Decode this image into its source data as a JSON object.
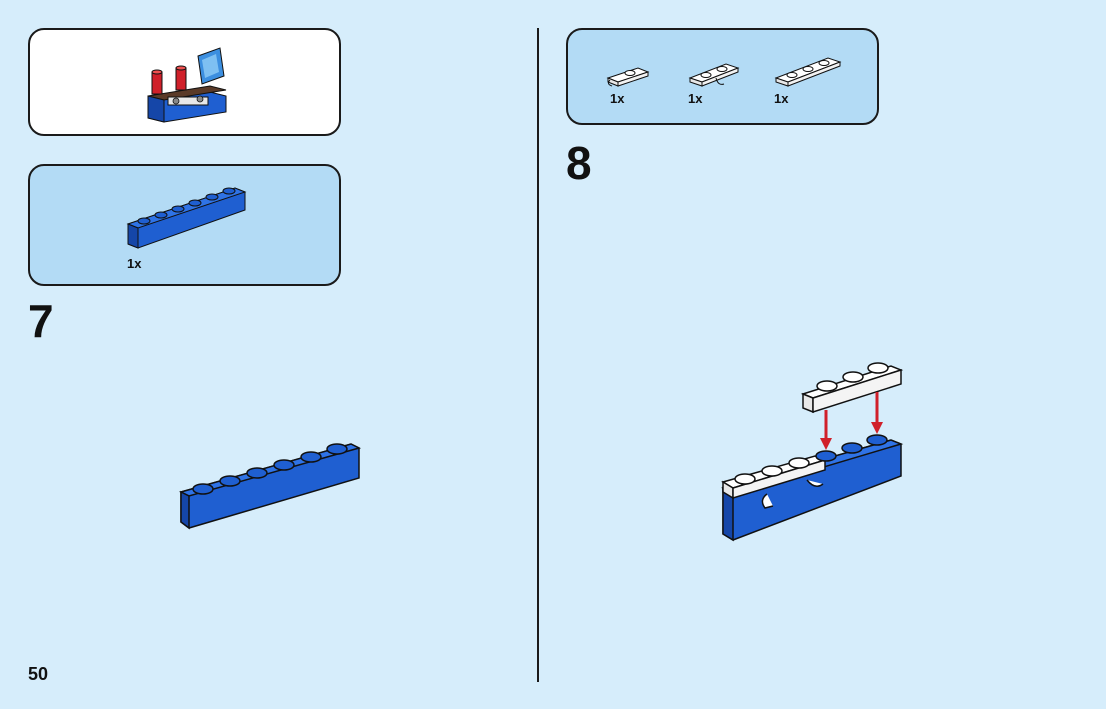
{
  "page": {
    "number": "50"
  },
  "steps": [
    {
      "number": "7",
      "parts": [
        {
          "name": "blue-1x6-brick",
          "qty": "1x",
          "color": "#1f5fd1"
        }
      ]
    },
    {
      "number": "8",
      "parts": [
        {
          "name": "white-1x1-plate-with-clip",
          "qty": "1x",
          "color": "#ffffff"
        },
        {
          "name": "white-1x2-plate-with-clip",
          "qty": "1x",
          "color": "#ffffff"
        },
        {
          "name": "white-1x3-plate",
          "qty": "1x",
          "color": "#ffffff"
        }
      ]
    }
  ],
  "colors": {
    "brick_blue": "#1f5fd1",
    "arrow_red": "#d0202a",
    "background": "#d6edfb",
    "parts_box": "#b3dbf5"
  }
}
